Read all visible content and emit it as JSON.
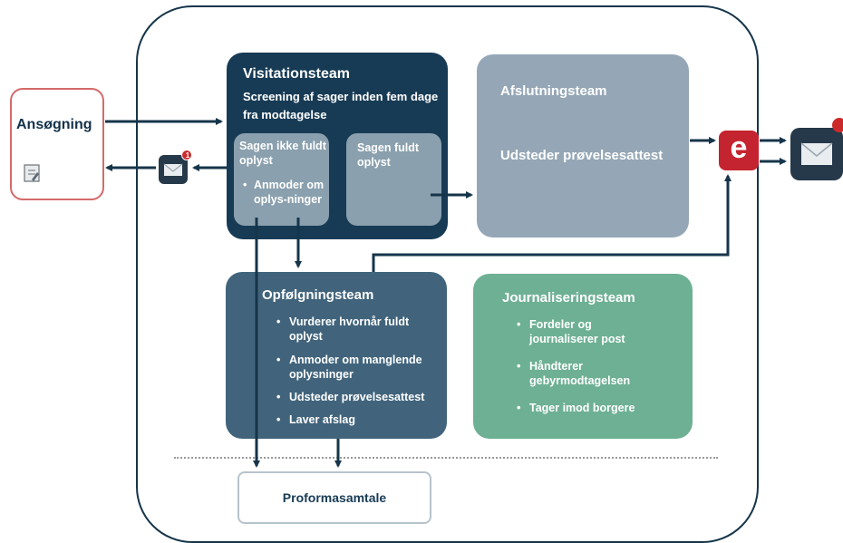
{
  "application": {
    "label": "Ansøgning"
  },
  "visitation": {
    "title": "Visitationsteam",
    "subtitle": "Screening af sager inden fem dage fra modtagelse",
    "not_clear": {
      "title": "Sagen ikke fuldt oplyst",
      "bullet": "Anmoder om oplys-ninger"
    },
    "fully_clear": {
      "title": "Sagen fuldt oplyst"
    }
  },
  "closing": {
    "title": "Afslutningsteam",
    "body": "Udsteder prøvelsesattest"
  },
  "followup": {
    "title": "Opfølgningsteam",
    "items": [
      "Vurderer hvornår fuldt oplyst",
      "Anmoder om manglende oplysninger",
      "Udsteder prøvelsesattest",
      "Laver afslag"
    ]
  },
  "journal": {
    "title": "Journaliseringsteam",
    "items": [
      "Fordeler og journaliserer post",
      "Håndterer gebyrmodtagelsen",
      "Tager imod borgere"
    ]
  },
  "proforma": {
    "label": "Proformasamtale"
  },
  "eboks": {
    "letter": "e"
  },
  "mail_small": {
    "badge": "1"
  },
  "icons": {
    "document": "document-icon",
    "envelope_small": "envelope-icon",
    "envelope_large": "envelope-icon",
    "e_badge": "e-boks-icon"
  },
  "colors": {
    "dark_navy": "#173b55",
    "slate": "#41647c",
    "grey_blue": "#95a7b6",
    "green": "#6eb094",
    "red_accent": "#c4242f",
    "application_border": "#d46a6a"
  }
}
